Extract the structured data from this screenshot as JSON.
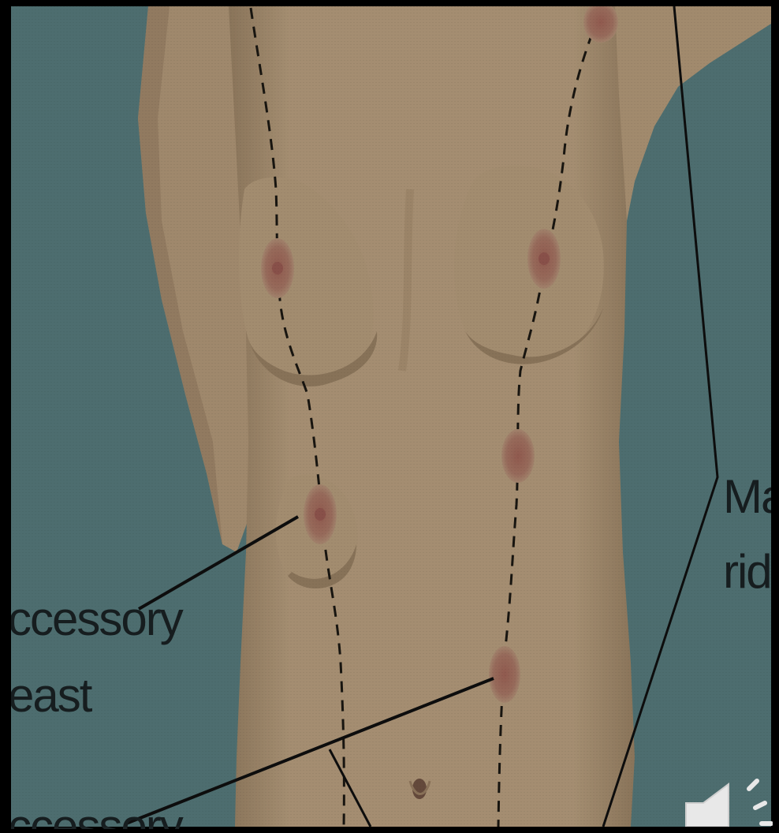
{
  "slide": {
    "background_color": "#000000",
    "figure_border_color": "#000000"
  },
  "figure": {
    "colors": {
      "backdrop": "#5e8688",
      "skin": "#c8ad8a",
      "skin_shadow": "#a98f70",
      "areola": "#b8826f",
      "leader_line": "#111111",
      "dashed_line": "#1e1a14"
    },
    "labels": {
      "accessory_breast_line1": "ccessory",
      "accessory_breast_line2": "east",
      "accessory_nipple": "ccessory",
      "mammary_ridge_line1": "Ma",
      "mammary_ridge_line2": "ridg"
    }
  },
  "audio_control": {
    "icon": "speaker-icon",
    "color": "#e8e8e8"
  }
}
